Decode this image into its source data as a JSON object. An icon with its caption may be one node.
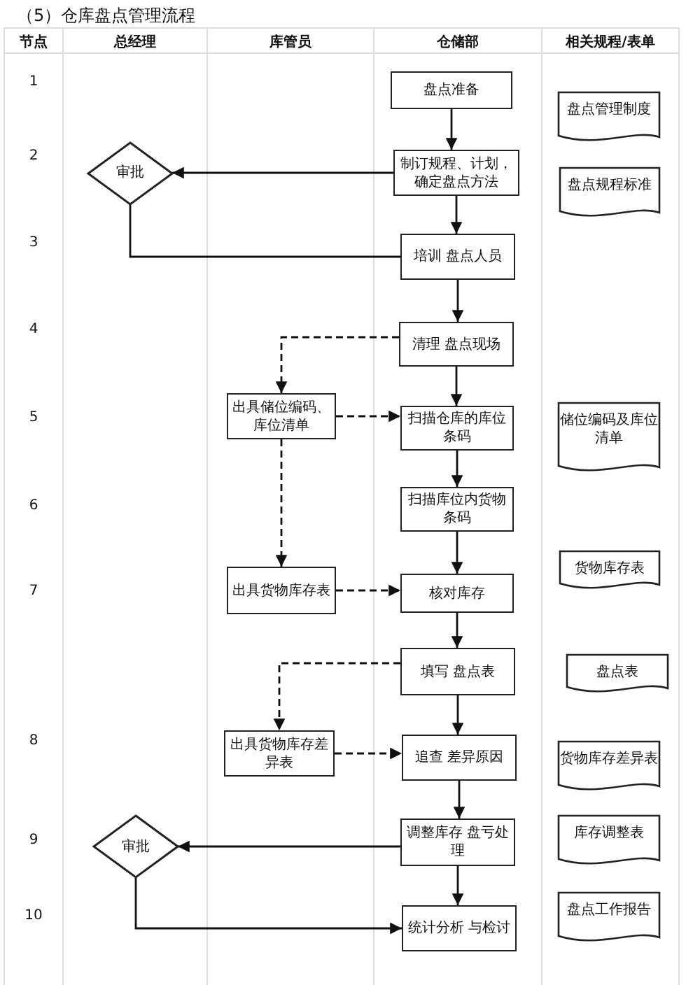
{
  "diagram": {
    "title": "（5）仓库盘点管理流程",
    "nodes": [
      {
        "text": [
          "盘点准备"
        ]
      },
      {
        "text": [
          "盘点管理制度"
        ]
      },
      {
        "text": [
          "审批"
        ]
      },
      {
        "text": [
          "制订规程、计划，确定盘点方法"
        ]
      },
      {
        "text": [
          "盘点规程标准"
        ]
      },
      {
        "text": [
          "培训 盘点人员"
        ]
      },
      {
        "text": [
          "清理 盘点现场"
        ]
      },
      {
        "text": [
          "出具储位编码、库位清单"
        ]
      },
      {
        "text": [
          "扫描仓库的库位条码"
        ]
      },
      {
        "text": [
          "储位编码及库位清单"
        ]
      },
      {
        "text": [
          "扫描库位内货物条码"
        ]
      },
      {
        "text": [
          "出具货物库存表"
        ]
      },
      {
        "text": [
          "核对库存"
        ]
      },
      {
        "text": [
          "货物库存表"
        ]
      },
      {
        "text": [
          "填写 盘点表"
        ]
      },
      {
        "text": [
          "盘点表"
        ]
      },
      {
        "text": [
          "出具货物库存差异表"
        ]
      },
      {
        "text": [
          "追查 差异原因"
        ]
      },
      {
        "text": [
          "货物库存差异表"
        ]
      },
      {
        "text": [
          "审批"
        ]
      },
      {
        "text": [
          "调整库存 盘亏处理"
        ]
      },
      {
        "text": [
          "库存调整表"
        ]
      },
      {
        "text": [
          "统计分析 与检讨"
        ]
      },
      {
        "text": [
          "盘点工作报告"
        ]
      }
    ],
    "edges": [
      {
        "from": 0,
        "to": 3,
        "arrow": "to"
      },
      {
        "from": 3,
        "to": 2,
        "arrow": "to"
      },
      {
        "from": 2,
        "to": 5,
        "arrow": "none"
      },
      {
        "from": 3,
        "to": 5,
        "arrow": "to"
      },
      {
        "from": 5,
        "to": 6,
        "arrow": "to"
      },
      {
        "from": 6,
        "to": 7,
        "arrow": "to",
        "style": "dashed"
      },
      {
        "from": 6,
        "to": 8,
        "arrow": "to"
      },
      {
        "from": 7,
        "to": 8,
        "arrow": "to",
        "style": "dashed"
      },
      {
        "from": 8,
        "to": 10,
        "arrow": "to"
      },
      {
        "from": 7,
        "to": 11,
        "arrow": "to",
        "style": "dashed"
      },
      {
        "from": 10,
        "to": 12,
        "arrow": "to"
      },
      {
        "from": 11,
        "to": 12,
        "arrow": "to",
        "style": "dashed"
      },
      {
        "from": 12,
        "to": 14,
        "arrow": "to"
      },
      {
        "from": 14,
        "to": 16,
        "arrow": "to",
        "style": "dashed"
      },
      {
        "from": 14,
        "to": 17,
        "arrow": "to"
      },
      {
        "from": 16,
        "to": 17,
        "arrow": "to",
        "style": "dashed"
      },
      {
        "from": 17,
        "to": 20,
        "arrow": "to"
      },
      {
        "from": 20,
        "to": 19,
        "arrow": "to"
      },
      {
        "from": 20,
        "to": 22,
        "arrow": "to"
      },
      {
        "from": 19,
        "to": 22,
        "arrow": "to"
      }
    ],
    "labels": [
      "节点",
      "总经理",
      "库管员",
      "仓储部",
      "相关规程/表单",
      "1",
      "2",
      "3",
      "4",
      "5",
      "6",
      "7",
      "8",
      "9",
      "10"
    ]
  }
}
